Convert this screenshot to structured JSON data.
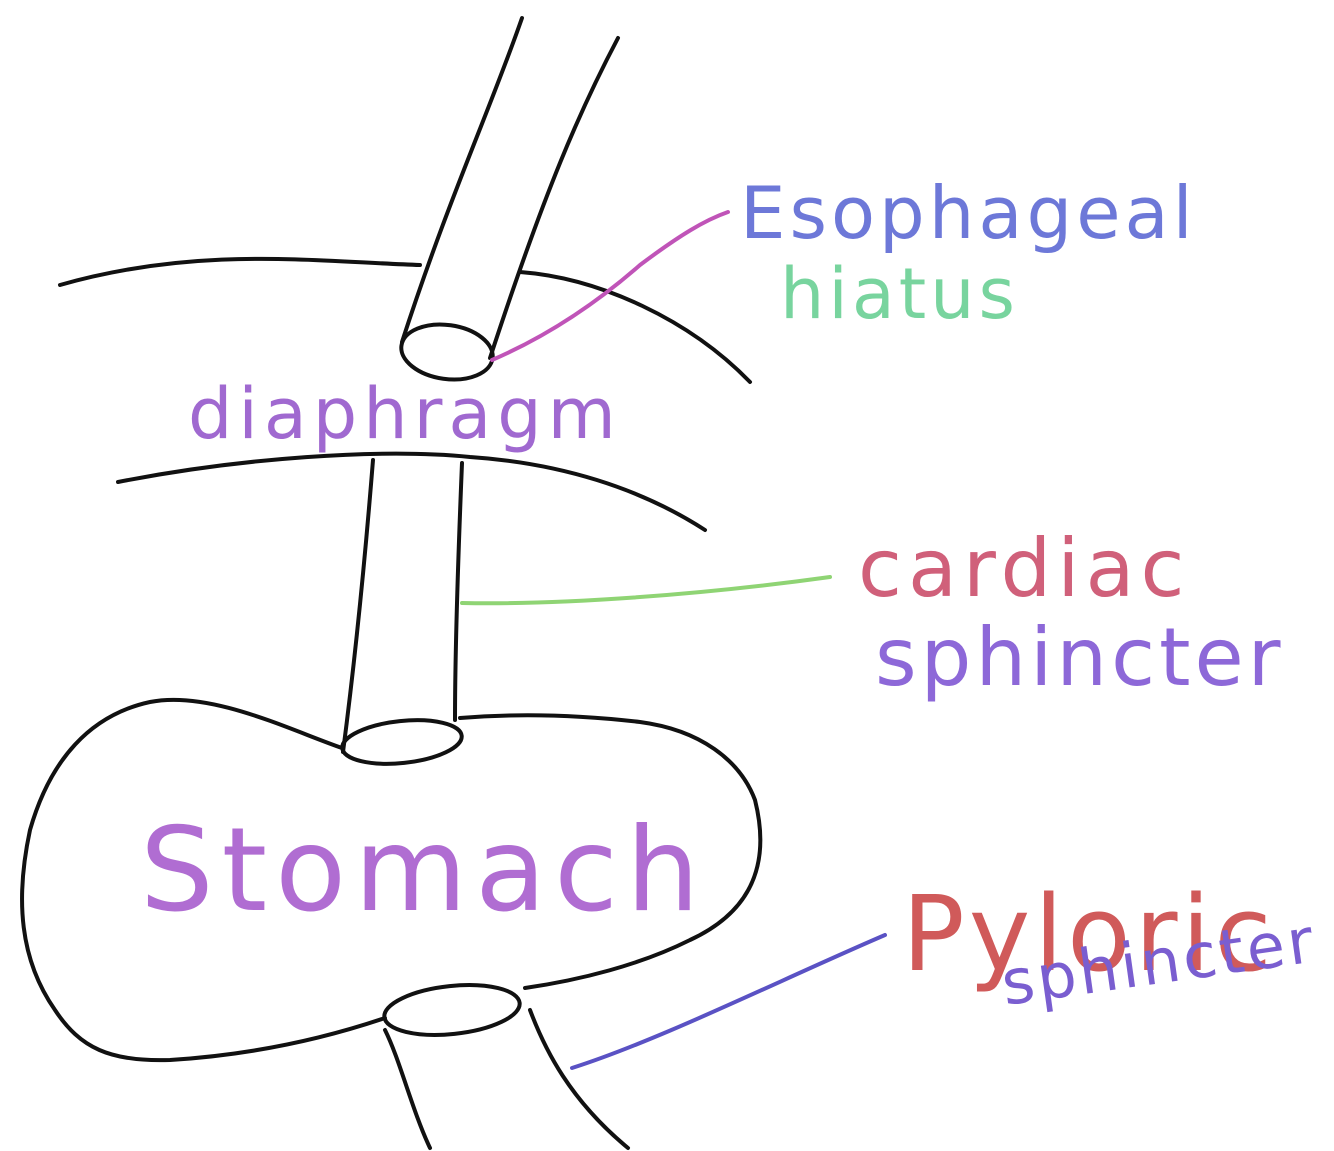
{
  "labels": {
    "esophageal": "Esophageal",
    "hiatus": "hiatus",
    "diaphragm": "diaphragm",
    "cardiac": "cardiac",
    "cardiac_sphincter": "sphincter",
    "stomach": "Stomach",
    "pyloric": "Pyloric",
    "pyloric_sphincter": "sphincter"
  },
  "colors": {
    "outline": "#111111",
    "hiatus_leader": "#c054b8",
    "cardiac_leader": "#8fd474",
    "pyloric_leader": "#5a52c4",
    "esophageal_text": "#6d78d8",
    "hiatus_text": "#78d49e",
    "diaphragm_text": "#a069d0",
    "cardiac_text": "#d0607a",
    "cardiac_sphincter_text": "#8d68d8",
    "stomach_text": "#b06dd2",
    "pyloric_text": "#d05a5a",
    "pyloric_sphincter_text": "#7a5ed0"
  }
}
